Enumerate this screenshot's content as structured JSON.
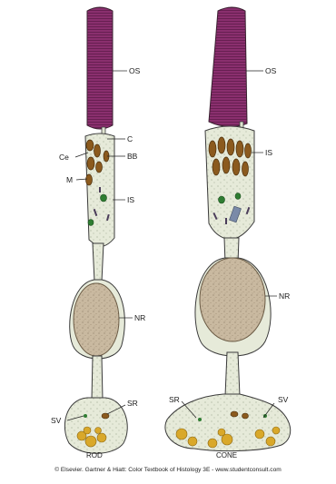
{
  "figure": {
    "credit": "© Elsevier. Gartner & Hiatt: Color Textbook of Histology 3E - www.studentconsult.com"
  },
  "rod": {
    "caption": "ROD",
    "labels": {
      "os": "OS",
      "c": "C",
      "ce": "Ce",
      "bb": "BB",
      "m": "M",
      "is": "IS",
      "nr": "NR",
      "sr": "SR",
      "sv": "SV"
    }
  },
  "cone": {
    "caption": "CONE",
    "labels": {
      "os": "OS",
      "is": "IS",
      "nr": "NR",
      "sr": "SR",
      "sv": "SV"
    }
  },
  "colors": {
    "outer_segment": "#8a2f6e",
    "cell_body": "#e6ead9",
    "nucleus": "#c9b9a0",
    "mitochondria": "#8b5a1e",
    "organelle_green": "#2f7d32",
    "synaptic_vesicle": "#d9a82a",
    "outline": "#3a3a3a"
  }
}
